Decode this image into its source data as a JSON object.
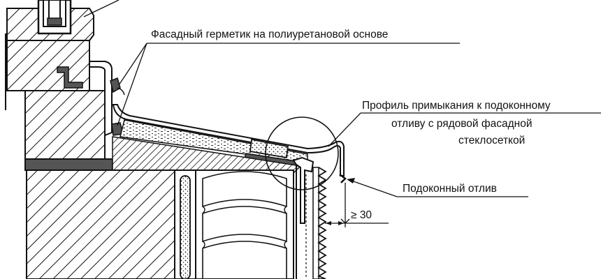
{
  "labels": {
    "facade_sealant": "Фасадный герметик на полиуретановой основе",
    "profile_line1": "Профиль примыкания к подоконному",
    "profile_line2": "отливу с рядовой фасадной",
    "profile_line3": "стеклосеткой",
    "sill_flashing": "Подоконный отлив",
    "gap_dimension": "≥ 30"
  },
  "colors": {
    "line": "#111111",
    "fill_dark": "#555555",
    "background": "#ffffff"
  }
}
